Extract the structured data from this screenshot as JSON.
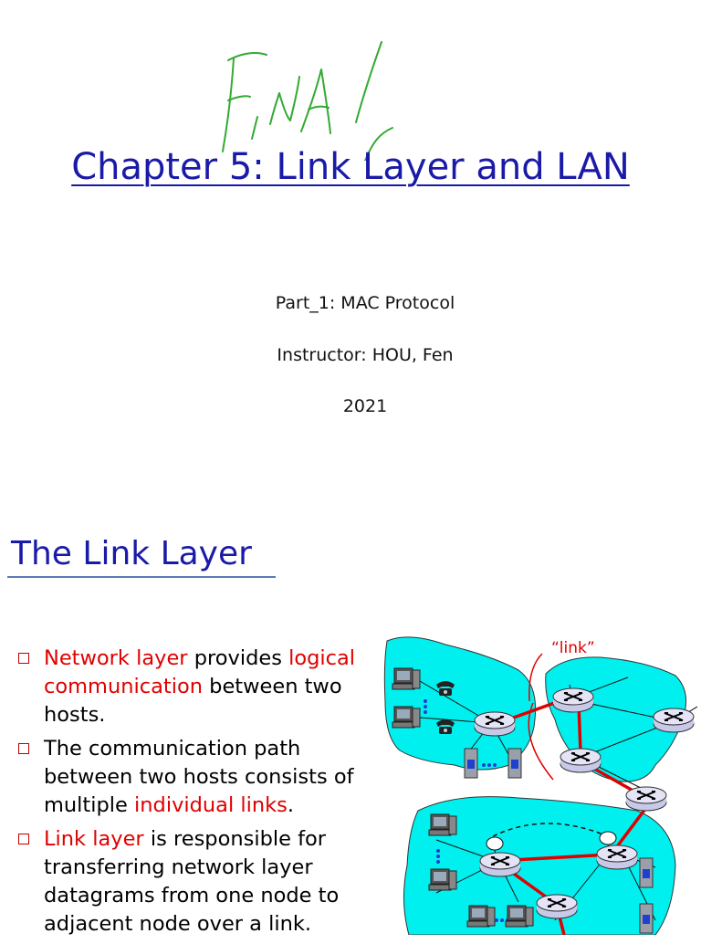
{
  "slide1": {
    "scribble_text": "FINAL",
    "title": "Chapter 5: Link Layer and LAN",
    "part": "Part_1: MAC Protocol",
    "instructor": "Instructor:  HOU, Fen",
    "year": "2021"
  },
  "slide2": {
    "title": "The Link Layer",
    "bullets": [
      [
        {
          "text": "Network layer",
          "red": true
        },
        {
          "text": " provides ",
          "red": false
        },
        {
          "text": "logical communication",
          "red": true
        },
        {
          "text": " between two hosts.",
          "red": false
        }
      ],
      [
        {
          "text": "The communication path between two hosts consists of multiple ",
          "red": false
        },
        {
          "text": "individual links",
          "red": true
        },
        {
          "text": ".",
          "red": false
        }
      ],
      [
        {
          "text": "Link layer",
          "red": true
        },
        {
          "text": " is responsible for transferring network layer datagrams from one node to adjacent node over a link.",
          "red": false
        }
      ]
    ],
    "diagram_label": "“link”"
  },
  "colors": {
    "title_blue": "#1a1aa8",
    "emphasis_red": "#e00000",
    "network_cyan": "#00f0f0",
    "link_red": "#e00000",
    "scribble_green": "#33aa33"
  }
}
